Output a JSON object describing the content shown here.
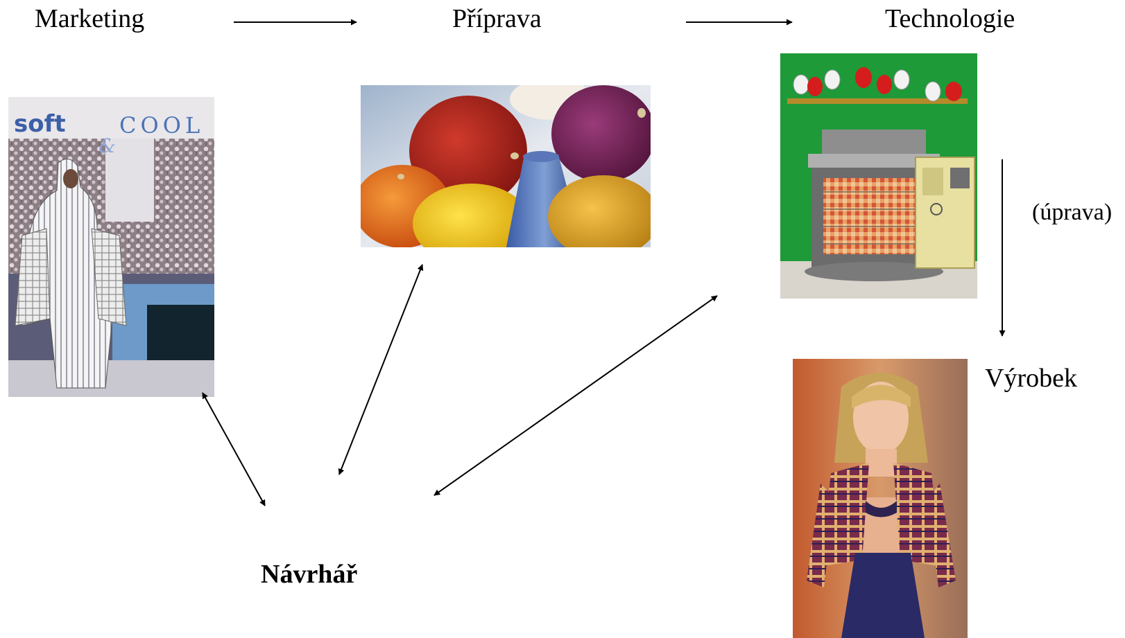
{
  "diagram": {
    "stages": {
      "marketing": "Marketing",
      "priprava": "Příprava",
      "technologie": "Technologie",
      "vyrobek": "Výrobek",
      "uprava": "(úprava)",
      "navrhar": "Návrhář"
    },
    "images": {
      "marketing_collage_text": "soft & cool"
    }
  }
}
